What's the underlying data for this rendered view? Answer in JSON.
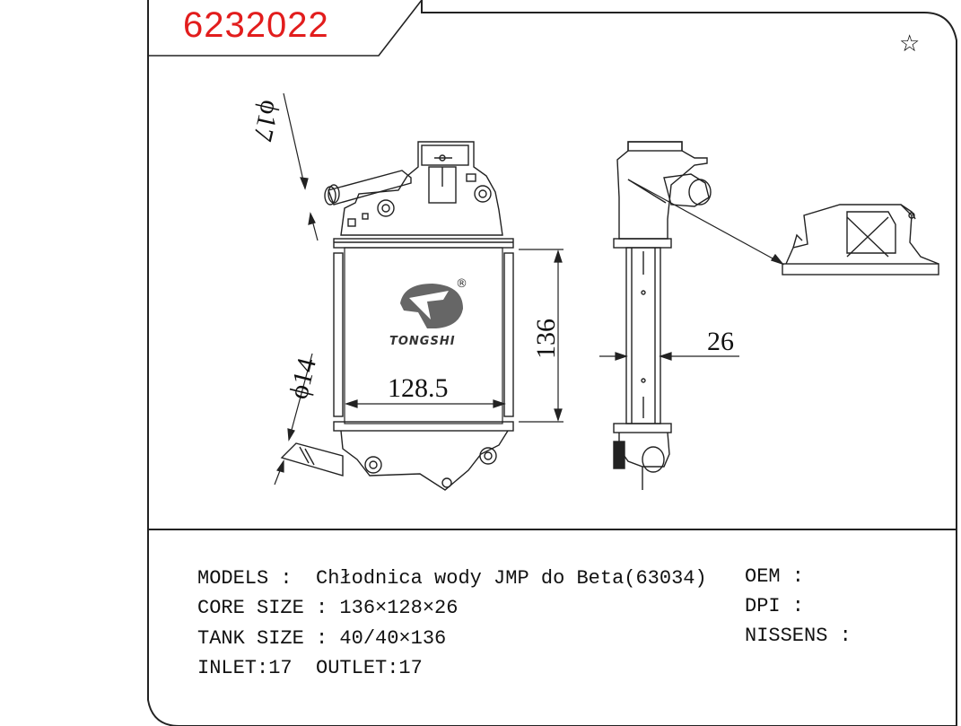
{
  "header": {
    "part_number": "6232022",
    "favorite_icon": "star-outline-icon",
    "accent_color": "#e21d1d"
  },
  "dimensions": {
    "inlet_diameter": "ϕ17",
    "outlet_diameter": "ϕ14",
    "core_width": "128.5",
    "core_height": "136",
    "core_depth": "26"
  },
  "logo": {
    "brand": "TONGSHI",
    "registered_mark": "®"
  },
  "specs": {
    "models": "MODELS :  Chłodnica wody JMP do Beta(63034)",
    "core_size": "CORE SIZE : 136×128×26",
    "tank_size": "TANK SIZE : 40/40×136",
    "inlet_outlet": "INLET:17  OUTLET:17",
    "oem": "OEM :",
    "dpi": "DPI :",
    "nissens": "NISSENS :"
  }
}
